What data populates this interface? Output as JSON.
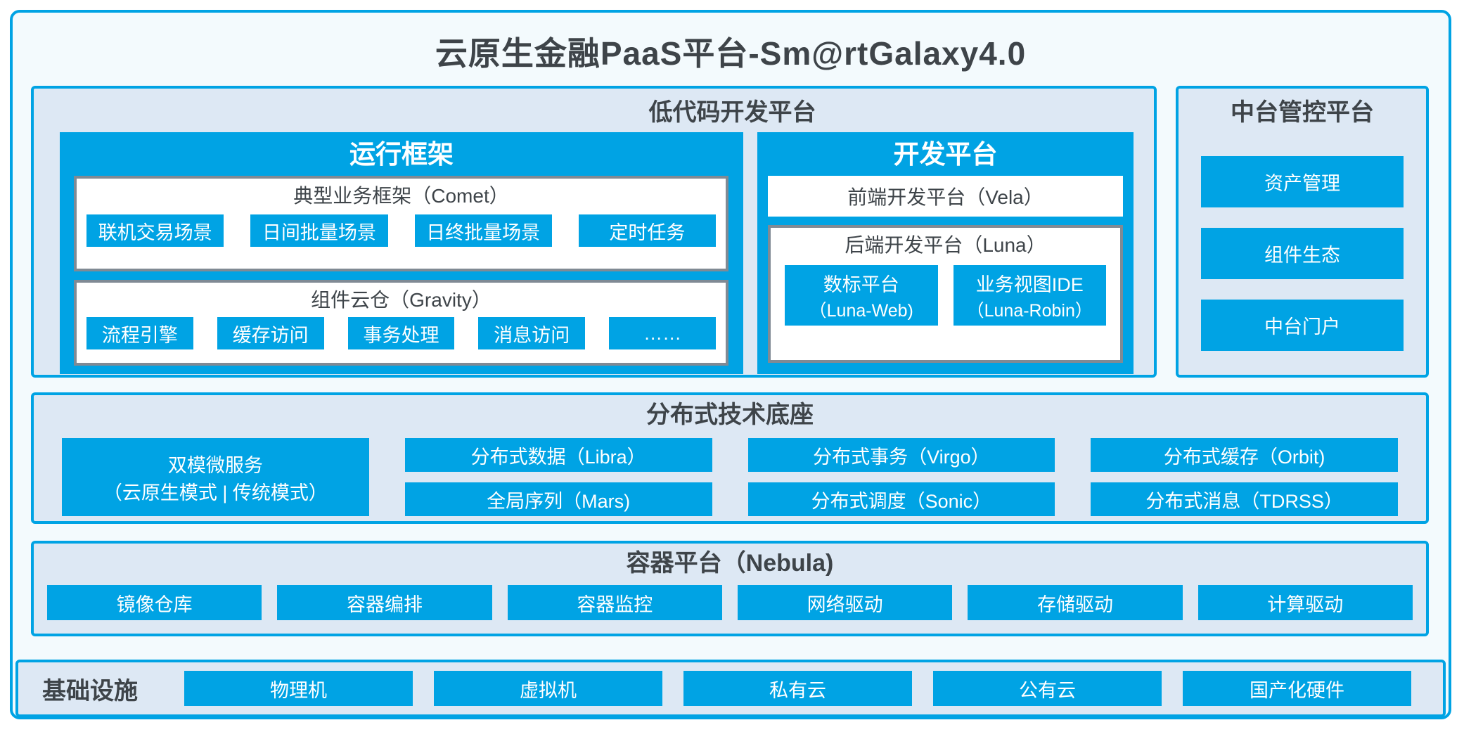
{
  "title": "云原生金融PaaS平台-Sm@rtGalaxy4.0",
  "low_code": {
    "title": "低代码开发平台",
    "runtime": {
      "title": "运行框架",
      "comet": {
        "title": "典型业务框架（Comet）",
        "items": [
          "联机交易场景",
          "日间批量场景",
          "日终批量场景",
          "定时任务"
        ]
      },
      "gravity": {
        "title": "组件云仓（Gravity）",
        "items": [
          "流程引擎",
          "缓存访问",
          "事务处理",
          "消息访问",
          "……"
        ]
      }
    },
    "dev": {
      "title": "开发平台",
      "vela": {
        "title": "前端开发平台（Vela）"
      },
      "luna": {
        "title": "后端开发平台（Luna）",
        "items": [
          {
            "line1": "数标平台",
            "line2": "（Luna-Web)"
          },
          {
            "line1": "业务视图IDE",
            "line2": "（Luna-Robin）"
          }
        ]
      }
    }
  },
  "mid_platform": {
    "title": "中台管控平台",
    "items": [
      "资产管理",
      "组件生态",
      "中台门户"
    ]
  },
  "distributed": {
    "title": "分布式技术底座",
    "dual_mode": {
      "line1": "双模微服务",
      "line2": "（云原生模式 | 传统模式）"
    },
    "columns": [
      [
        "分布式数据（Libra）",
        "全局序列（Mars)"
      ],
      [
        "分布式事务（Virgo）",
        "分布式调度（Sonic）"
      ],
      [
        "分布式缓存（Orbit)",
        "分布式消息（TDRSS）"
      ]
    ]
  },
  "container_platform": {
    "title": "容器平台（Nebula)",
    "items": [
      "镜像仓库",
      "容器编排",
      "容器监控",
      "网络驱动",
      "存储驱动",
      "计算驱动"
    ]
  },
  "infrastructure": {
    "label": "基础设施",
    "items": [
      "物理机",
      "虚拟机",
      "私有云",
      "公有云",
      "国产化硬件"
    ]
  },
  "colors": {
    "accent_blue": "#00a3e4",
    "panel_bg": "#dde8f4",
    "frame_bg": "#f3fafd",
    "gray_border": "#808a94",
    "dark_text": "#3e4449"
  }
}
